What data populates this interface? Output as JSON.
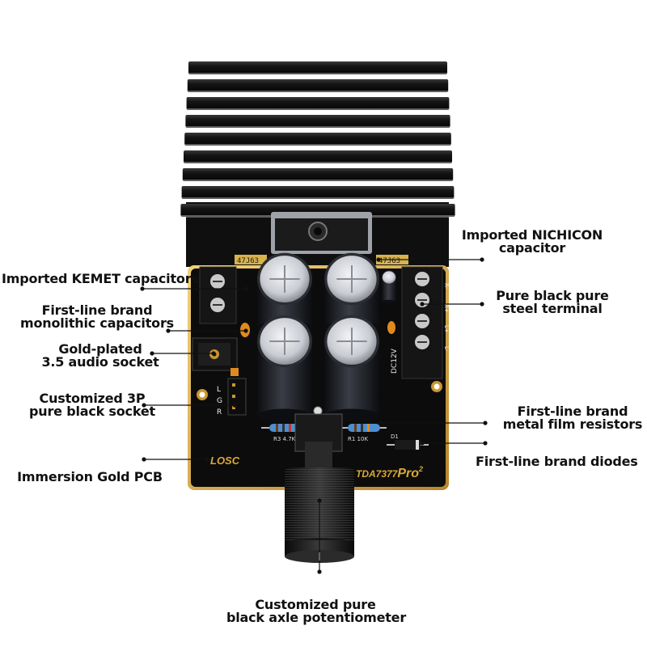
{
  "pcb": {
    "brand_logo": "LOSC",
    "model": "TDA7377",
    "model_suffix": "Pro",
    "model_superscript": "2",
    "silkscreen": {
      "left_cap": "47J63",
      "right_cap": "47J63",
      "terminal_left": "L",
      "terminal_gnd": "G",
      "terminal_right": "R",
      "dc_label": "DC12V",
      "r_left": "R3 4.7K",
      "r_right": "R1 10K",
      "diode": "D1",
      "out_labels": [
        "R-",
        "R+",
        "L+",
        "L-"
      ]
    }
  },
  "callouts": {
    "kemet": [
      "Imported KEMET capacitors"
    ],
    "monolithic": [
      "First-line brand",
      "monolithic capacitors"
    ],
    "audio_socket": [
      "Gold-plated",
      "3.5 audio socket"
    ],
    "socket_3p": [
      "Customized 3P",
      "pure black socket"
    ],
    "pcb": [
      "Immersion Gold PCB"
    ],
    "nichicon": [
      "Imported NICHICON",
      "capacitor"
    ],
    "terminal": [
      "Pure black pure",
      "steel terminal"
    ],
    "resistors": [
      "First-line brand",
      "metal film resistors"
    ],
    "diodes": [
      "First-line brand diodes"
    ],
    "potentiometer": [
      "Customized pure",
      "black axle potentiometer"
    ]
  },
  "colors": {
    "background": "#ffffff",
    "heatsink": "#161616",
    "pcb": "#0c0c0c",
    "pcb_border": "#d9a93a",
    "capacitor_body": "#1d1f24",
    "capacitor_top": "#d8dadf",
    "leader_line": "#111111"
  }
}
